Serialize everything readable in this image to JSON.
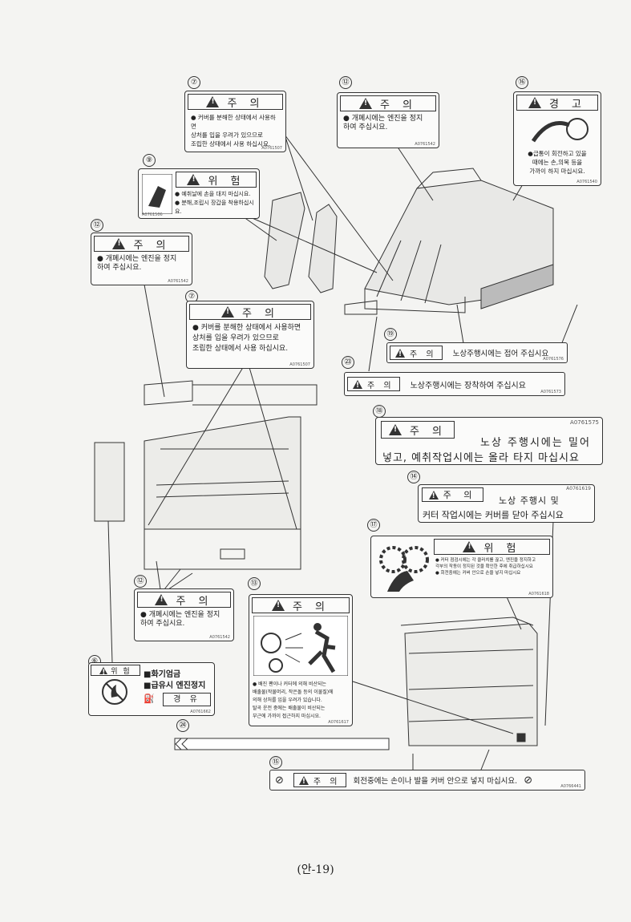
{
  "numbers": {
    "n7a": "⑦",
    "n12a": "⑫",
    "n16": "⑯",
    "n9": "⑨",
    "n12b": "⑫",
    "n7b": "⑦",
    "n19": "⑲",
    "n23": "㉓",
    "n18": "⑱",
    "n14": "⑭",
    "n17": "⑰",
    "n12c": "⑫",
    "n13": "⑬",
    "n6": "⑥",
    "n24": "㉔",
    "n15": "⑮"
  },
  "label7a": {
    "header": "주 의",
    "lines": [
      "● 커버를 분해한 상태에서 사용하면",
      "상처를 입을 우려가 있으므로",
      "조립한 상태에서 사용 하십시요."
    ],
    "code": "A0761507"
  },
  "label12a": {
    "header": "주 의",
    "lines": [
      "● 개폐시에는 엔진을 정지",
      "하여 주십시요."
    ],
    "code": "A0761542"
  },
  "label16": {
    "header": "경 고",
    "lines": [
      "●급통이 회전하고 있을",
      "때에는 손,의복 등을",
      "가까이 하지 마십시요."
    ],
    "code": "A0761540"
  },
  "label9": {
    "header": "위 험",
    "lines": [
      "● 예취날에 손을 대지 마십시요.",
      "● 분해,조립시 장갑을 착용하십시요."
    ],
    "code": "A0761506"
  },
  "label12b": {
    "header": "주 의",
    "lines": [
      "● 개폐시에는 엔진을 정지",
      "하여 주십시요."
    ],
    "code": "A0761542"
  },
  "label7b": {
    "header": "주 의",
    "lines": [
      "● 커버를 분해한 상태에서 사용하면",
      "상처를 입을 우려가 있으므로",
      "조립한 상태에서 사용 하십시요."
    ],
    "code": "A0761507"
  },
  "label19": {
    "header": "주 의",
    "text": "노상주행시에는 접어 주십시요",
    "code": "A0761576"
  },
  "label23": {
    "header": "주 의",
    "text": "노상주행시에는 장착하여 주십시요",
    "code": "A0761573"
  },
  "label18": {
    "header": "주 의",
    "code": "A0761575",
    "line1": "노상 주행시에는 밀어",
    "line2": "넣고, 예취작업시에는 올라 타지 마십시요"
  },
  "label14": {
    "header": "주 의",
    "code": "A0761619",
    "line1": "노상 주행시 및",
    "line2": "커터 작업시에는 커버를 닫아 주십시요"
  },
  "label17": {
    "header": "위 험",
    "lines": [
      "● 커터 점검시에는 각 클러치를 끊고, 엔진을 정지하고",
      "각부의 작동이 정지된 것을 확인한 후에 취급하십시요",
      "● 회전중에는 커버 안으로 손을 넣지 마십시요"
    ],
    "code": "A0761618"
  },
  "label12c": {
    "header": "주 의",
    "lines": [
      "● 개폐시에는 엔진을 정지",
      "하여 주십시요."
    ],
    "code": "A0761542"
  },
  "label13": {
    "header": "주 의",
    "lines": [
      "● 배진 팬이나 커터에 의해 비산되는",
      "배출물(작물머리, 작은돌 등의 이물질)에",
      "의해 상처를 입을 우려가 있습니다.",
      "탈곡 운전 중에는 배출물이 비산되는",
      "부근에 가까이 접근하지 마십시요."
    ],
    "code": "A0761617"
  },
  "label6": {
    "header": "위 험",
    "line1": "■화기엄금",
    "line2": "■급유시 엔진정지",
    "fuel": "경 유",
    "code": "A0761662"
  },
  "label15": {
    "header": "주 의",
    "text": "회전중에는 손이나 발을 커버 안으로 넣지 마십시요.",
    "code": "A0766441"
  },
  "footer": "(안-19)"
}
